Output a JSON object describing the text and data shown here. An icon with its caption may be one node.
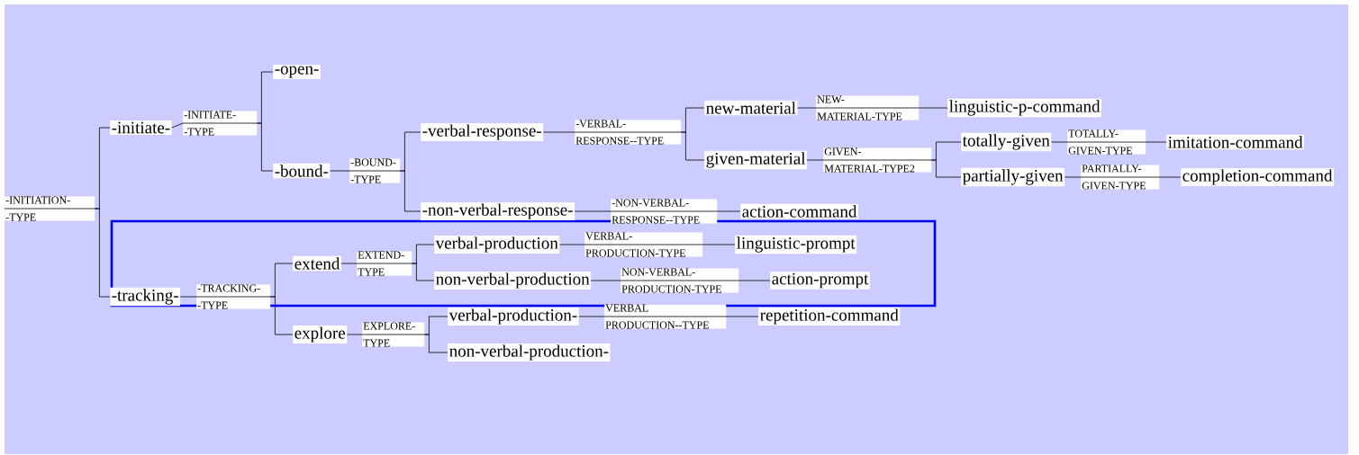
{
  "diagram": {
    "nodes": [
      {
        "text": [
          "-INITIATION- -TYPE"
        ]
      },
      {
        "text": [
          "-initiate-"
        ]
      },
      {
        "text": [
          "-INITIATE- -TYPE"
        ]
      },
      {
        "text": [
          "-open-"
        ]
      },
      {
        "text": [
          "-bound-"
        ]
      },
      {
        "text": [
          "-BOUND- -TYPE"
        ]
      },
      {
        "text": [
          "-verbal-response-"
        ]
      },
      {
        "text": [
          "-VERBAL- RESPONSE--TYPE"
        ]
      },
      {
        "text": [
          "new-material"
        ]
      },
      {
        "text": [
          "NEW- MATERIAL-TYPE"
        ]
      },
      {
        "text": [
          "linguistic-p-command"
        ]
      },
      {
        "text": [
          "given-material"
        ]
      },
      {
        "text": [
          "GIVEN- MATERIAL-TYPE2"
        ]
      },
      {
        "text": [
          "totally-given"
        ]
      },
      {
        "text": [
          "TOTALLY- GIVEN-TYPE"
        ]
      },
      {
        "text": [
          "imitation-command"
        ]
      },
      {
        "text": [
          "partially-given"
        ]
      },
      {
        "text": [
          "PARTIALLY- GIVEN-TYPE"
        ]
      },
      {
        "text": [
          "completion-command"
        ]
      },
      {
        "text": [
          "-non-verbal-response-"
        ]
      },
      {
        "text": [
          "-NON-VERBAL- RESPONSE--TYPE"
        ]
      },
      {
        "text": [
          "action-command"
        ]
      },
      {
        "text": [
          "-tracking-"
        ]
      },
      {
        "text": [
          "-TRACKING- -TYPE"
        ]
      },
      {
        "text": [
          "extend"
        ]
      },
      {
        "text": [
          "EXTEND- TYPE"
        ]
      },
      {
        "text": [
          "verbal-production"
        ]
      },
      {
        "text": [
          "VERBAL- PRODUCTION-TYPE"
        ]
      },
      {
        "text": [
          "linguistic-prompt"
        ]
      },
      {
        "text": [
          "non-verbal-production"
        ]
      },
      {
        "text": [
          "NON-VERBAL- PRODUCTION-TYPE"
        ]
      },
      {
        "text": [
          "action-prompt"
        ]
      },
      {
        "text": [
          "explore"
        ]
      },
      {
        "text": [
          "EXPLORE- TYPE"
        ]
      },
      {
        "text": [
          "verbal-production-"
        ]
      },
      {
        "text": [
          "VERBAL PRODUCTION--TYPE"
        ]
      },
      {
        "text": [
          "repetition-command"
        ]
      },
      {
        "text": [
          "non-verbal-production-"
        ]
      }
    ],
    "edges": [
      {
        "from": 0,
        "to": 1,
        "arrow": "none"
      },
      {
        "from": 0,
        "to": 22,
        "arrow": "none"
      },
      {
        "from": 1,
        "to": 2,
        "arrow": "none"
      },
      {
        "from": 2,
        "to": 3,
        "arrow": "none"
      },
      {
        "from": 2,
        "to": 4,
        "arrow": "none"
      },
      {
        "from": 4,
        "to": 5,
        "arrow": "none"
      },
      {
        "from": 5,
        "to": 6,
        "arrow": "none"
      },
      {
        "from": 5,
        "to": 19,
        "arrow": "none"
      },
      {
        "from": 6,
        "to": 7,
        "arrow": "none"
      },
      {
        "from": 7,
        "to": 8,
        "arrow": "none"
      },
      {
        "from": 7,
        "to": 11,
        "arrow": "none"
      },
      {
        "from": 8,
        "to": 9,
        "arrow": "none"
      },
      {
        "from": 9,
        "to": 10,
        "arrow": "none"
      },
      {
        "from": 11,
        "to": 12,
        "arrow": "none"
      },
      {
        "from": 12,
        "to": 13,
        "arrow": "none"
      },
      {
        "from": 12,
        "to": 16,
        "arrow": "none"
      },
      {
        "from": 13,
        "to": 14,
        "arrow": "none"
      },
      {
        "from": 14,
        "to": 15,
        "arrow": "none"
      },
      {
        "from": 16,
        "to": 17,
        "arrow": "none"
      },
      {
        "from": 17,
        "to": 18,
        "arrow": "none"
      },
      {
        "from": 19,
        "to": 20,
        "arrow": "none"
      },
      {
        "from": 20,
        "to": 21,
        "arrow": "none"
      },
      {
        "from": 22,
        "to": 23,
        "arrow": "none"
      },
      {
        "from": 23,
        "to": 24,
        "arrow": "none"
      },
      {
        "from": 23,
        "to": 32,
        "arrow": "none"
      },
      {
        "from": 24,
        "to": 25,
        "arrow": "none"
      },
      {
        "from": 25,
        "to": 26,
        "arrow": "none"
      },
      {
        "from": 25,
        "to": 29,
        "arrow": "none"
      },
      {
        "from": 26,
        "to": 27,
        "arrow": "none"
      },
      {
        "from": 27,
        "to": 28,
        "arrow": "none"
      },
      {
        "from": 29,
        "to": 30,
        "arrow": "none"
      },
      {
        "from": 30,
        "to": 31,
        "arrow": "none"
      },
      {
        "from": 32,
        "to": 33,
        "arrow": "none"
      },
      {
        "from": 33,
        "to": 34,
        "arrow": "none"
      },
      {
        "from": 33,
        "to": 37,
        "arrow": "none"
      },
      {
        "from": 34,
        "to": 35,
        "arrow": "none"
      },
      {
        "from": 35,
        "to": 36,
        "arrow": "none"
      }
    ]
  }
}
